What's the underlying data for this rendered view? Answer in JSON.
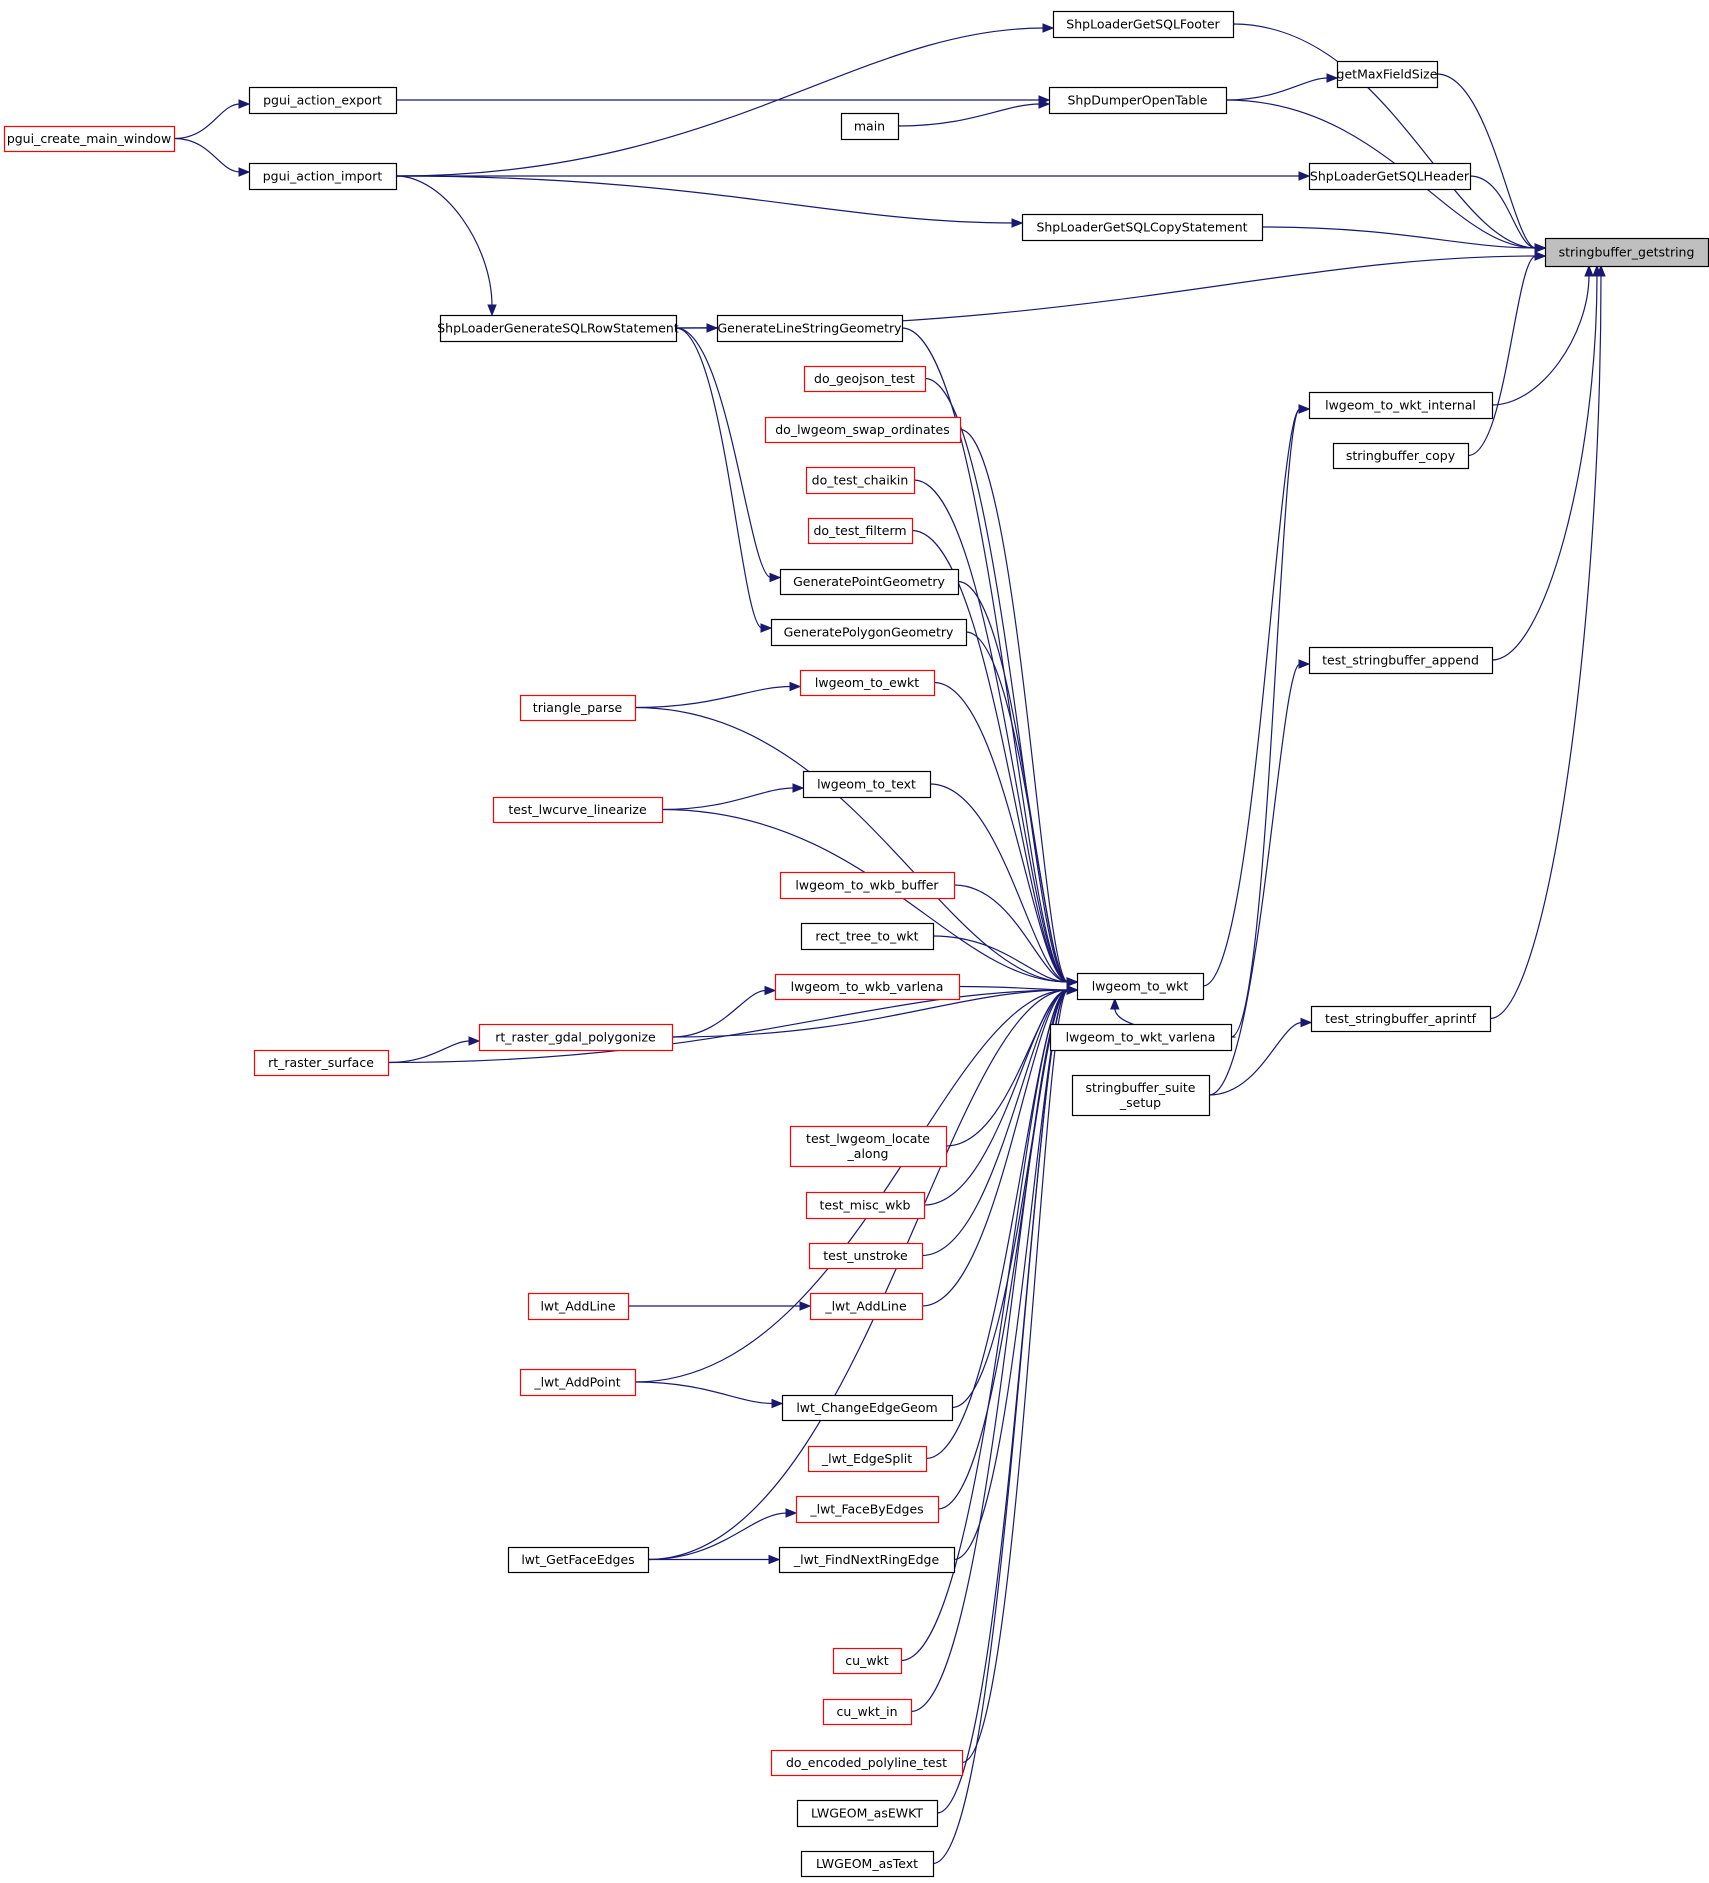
{
  "diagram": {
    "type": "doxygen-caller-graph",
    "root": "stringbuffer_getstring",
    "colors": {
      "edge": "#191970",
      "node_border": "#000000",
      "node_border_truncated": "#ff0000",
      "root_fill": "#bfbfbf",
      "node_fill": "#ffffff"
    },
    "nodes": [
      {
        "id": "stringbuffer_getstring",
        "label": [
          "stringbuffer_getstring"
        ],
        "style": "root"
      },
      {
        "id": "ShpLoaderGetSQLFooter",
        "label": [
          "ShpLoaderGetSQLFooter"
        ],
        "style": "normal"
      },
      {
        "id": "getMaxFieldSize",
        "label": [
          "getMaxFieldSize"
        ],
        "style": "normal"
      },
      {
        "id": "ShpDumperOpenTable",
        "label": [
          "ShpDumperOpenTable"
        ],
        "style": "normal"
      },
      {
        "id": "main",
        "label": [
          "main"
        ],
        "style": "normal"
      },
      {
        "id": "pgui_action_export",
        "label": [
          "pgui_action_export"
        ],
        "style": "normal"
      },
      {
        "id": "pgui_create_main_window",
        "label": [
          "pgui_create_main_window"
        ],
        "style": "truncated"
      },
      {
        "id": "pgui_action_import",
        "label": [
          "pgui_action_import"
        ],
        "style": "normal"
      },
      {
        "id": "ShpLoaderGetSQLHeader",
        "label": [
          "ShpLoaderGetSQLHeader"
        ],
        "style": "normal"
      },
      {
        "id": "ShpLoaderGetSQLCopyStatement",
        "label": [
          "ShpLoaderGetSQLCopyStatement"
        ],
        "style": "normal"
      },
      {
        "id": "ShpLoaderGenerateSQLRowStatement",
        "label": [
          "ShpLoaderGenerateSQLRowStatement"
        ],
        "style": "normal"
      },
      {
        "id": "GenerateLineStringGeometry",
        "label": [
          "GenerateLineStringGeometry"
        ],
        "style": "normal"
      },
      {
        "id": "do_geojson_test",
        "label": [
          "do_geojson_test"
        ],
        "style": "truncated"
      },
      {
        "id": "do_lwgeom_swap_ordinates",
        "label": [
          "do_lwgeom_swap_ordinates"
        ],
        "style": "truncated"
      },
      {
        "id": "do_test_chaikin",
        "label": [
          "do_test_chaikin"
        ],
        "style": "truncated"
      },
      {
        "id": "do_test_filterm",
        "label": [
          "do_test_filterm"
        ],
        "style": "truncated"
      },
      {
        "id": "GeneratePointGeometry",
        "label": [
          "GeneratePointGeometry"
        ],
        "style": "normal"
      },
      {
        "id": "GeneratePolygonGeometry",
        "label": [
          "GeneratePolygonGeometry"
        ],
        "style": "normal"
      },
      {
        "id": "lwgeom_to_ewkt",
        "label": [
          "lwgeom_to_ewkt"
        ],
        "style": "truncated"
      },
      {
        "id": "triangle_parse",
        "label": [
          "triangle_parse"
        ],
        "style": "truncated"
      },
      {
        "id": "lwgeom_to_text",
        "label": [
          "lwgeom_to_text"
        ],
        "style": "normal"
      },
      {
        "id": "test_lwcurve_linearize",
        "label": [
          "test_lwcurve_linearize"
        ],
        "style": "truncated"
      },
      {
        "id": "lwgeom_to_wkb_buffer",
        "label": [
          "lwgeom_to_wkb_buffer"
        ],
        "style": "truncated"
      },
      {
        "id": "rect_tree_to_wkt",
        "label": [
          "rect_tree_to_wkt"
        ],
        "style": "normal"
      },
      {
        "id": "lwgeom_to_wkb_varlena",
        "label": [
          "lwgeom_to_wkb_varlena"
        ],
        "style": "truncated"
      },
      {
        "id": "lwgeom_to_wkt",
        "label": [
          "lwgeom_to_wkt"
        ],
        "style": "normal"
      },
      {
        "id": "rt_raster_gdal_polygonize",
        "label": [
          "rt_raster_gdal_polygonize"
        ],
        "style": "truncated"
      },
      {
        "id": "rt_raster_surface",
        "label": [
          "rt_raster_surface"
        ],
        "style": "truncated"
      },
      {
        "id": "lwgeom_to_wkt_varlena",
        "label": [
          "lwgeom_to_wkt_varlena"
        ],
        "style": "normal"
      },
      {
        "id": "stringbuffer_suite_setup",
        "label": [
          "stringbuffer_suite",
          "_setup"
        ],
        "style": "normal"
      },
      {
        "id": "test_stringbuffer_aprintf",
        "label": [
          "test_stringbuffer_aprintf"
        ],
        "style": "normal"
      },
      {
        "id": "test_stringbuffer_append",
        "label": [
          "test_stringbuffer_append"
        ],
        "style": "normal"
      },
      {
        "id": "stringbuffer_copy",
        "label": [
          "stringbuffer_copy"
        ],
        "style": "normal"
      },
      {
        "id": "lwgeom_to_wkt_internal",
        "label": [
          "lwgeom_to_wkt_internal"
        ],
        "style": "normal"
      },
      {
        "id": "test_lwgeom_locate_along",
        "label": [
          "test_lwgeom_locate",
          "_along"
        ],
        "style": "truncated"
      },
      {
        "id": "test_misc_wkb",
        "label": [
          "test_misc_wkb"
        ],
        "style": "truncated"
      },
      {
        "id": "test_unstroke",
        "label": [
          "test_unstroke"
        ],
        "style": "truncated"
      },
      {
        "id": "lwt_AddLine",
        "label": [
          "lwt_AddLine"
        ],
        "style": "truncated"
      },
      {
        "id": "_lwt_AddLine",
        "label": [
          "_lwt_AddLine"
        ],
        "style": "truncated"
      },
      {
        "id": "_lwt_AddPoint",
        "label": [
          "_lwt_AddPoint"
        ],
        "style": "truncated"
      },
      {
        "id": "lwt_ChangeEdgeGeom",
        "label": [
          "lwt_ChangeEdgeGeom"
        ],
        "style": "normal"
      },
      {
        "id": "_lwt_EdgeSplit",
        "label": [
          "_lwt_EdgeSplit"
        ],
        "style": "truncated"
      },
      {
        "id": "_lwt_FaceByEdges",
        "label": [
          "_lwt_FaceByEdges"
        ],
        "style": "truncated"
      },
      {
        "id": "lwt_GetFaceEdges",
        "label": [
          "lwt_GetFaceEdges"
        ],
        "style": "normal"
      },
      {
        "id": "_lwt_FindNextRingEdge",
        "label": [
          "_lwt_FindNextRingEdge"
        ],
        "style": "normal"
      },
      {
        "id": "cu_wkt",
        "label": [
          "cu_wkt"
        ],
        "style": "truncated"
      },
      {
        "id": "cu_wkt_in",
        "label": [
          "cu_wkt_in"
        ],
        "style": "truncated"
      },
      {
        "id": "do_encoded_polyline_test",
        "label": [
          "do_encoded_polyline_test"
        ],
        "style": "truncated"
      },
      {
        "id": "LWGEOM_asEWKT",
        "label": [
          "LWGEOM_asEWKT"
        ],
        "style": "normal"
      },
      {
        "id": "LWGEOM_asText",
        "label": [
          "LWGEOM_asText"
        ],
        "style": "normal"
      }
    ],
    "edges": [
      {
        "from": "ShpLoaderGetSQLFooter",
        "to": "stringbuffer_getstring"
      },
      {
        "from": "getMaxFieldSize",
        "to": "stringbuffer_getstring"
      },
      {
        "from": "ShpDumperOpenTable",
        "to": "stringbuffer_getstring"
      },
      {
        "from": "ShpLoaderGetSQLHeader",
        "to": "stringbuffer_getstring"
      },
      {
        "from": "ShpLoaderGetSQLCopyStatement",
        "to": "stringbuffer_getstring"
      },
      {
        "from": "ShpLoaderGenerateSQLRowStatement",
        "to": "stringbuffer_getstring"
      },
      {
        "from": "lwgeom_to_wkt_internal",
        "to": "stringbuffer_getstring"
      },
      {
        "from": "stringbuffer_copy",
        "to": "stringbuffer_getstring"
      },
      {
        "from": "test_stringbuffer_append",
        "to": "stringbuffer_getstring"
      },
      {
        "from": "test_stringbuffer_aprintf",
        "to": "stringbuffer_getstring"
      },
      {
        "from": "pgui_action_import",
        "to": "ShpLoaderGetSQLFooter"
      },
      {
        "from": "ShpDumperOpenTable",
        "to": "getMaxFieldSize"
      },
      {
        "from": "pgui_action_export",
        "to": "ShpDumperOpenTable"
      },
      {
        "from": "main",
        "to": "ShpDumperOpenTable"
      },
      {
        "from": "pgui_create_main_window",
        "to": "pgui_action_export"
      },
      {
        "from": "pgui_create_main_window",
        "to": "pgui_action_import"
      },
      {
        "from": "pgui_action_import",
        "to": "ShpLoaderGetSQLHeader"
      },
      {
        "from": "pgui_action_import",
        "to": "ShpLoaderGetSQLCopyStatement"
      },
      {
        "from": "pgui_action_import",
        "to": "ShpLoaderGenerateSQLRowStatement"
      },
      {
        "from": "ShpLoaderGenerateSQLRowStatement",
        "to": "GenerateLineStringGeometry"
      },
      {
        "from": "ShpLoaderGenerateSQLRowStatement",
        "to": "GeneratePointGeometry"
      },
      {
        "from": "ShpLoaderGenerateSQLRowStatement",
        "to": "GeneratePolygonGeometry"
      },
      {
        "from": "lwgeom_to_wkt",
        "to": "lwgeom_to_wkt_internal"
      },
      {
        "from": "lwgeom_to_wkt_varlena",
        "to": "lwgeom_to_wkt_internal"
      },
      {
        "from": "stringbuffer_suite_setup",
        "to": "test_stringbuffer_append"
      },
      {
        "from": "stringbuffer_suite_setup",
        "to": "test_stringbuffer_aprintf"
      },
      {
        "from": "GenerateLineStringGeometry",
        "to": "lwgeom_to_wkt"
      },
      {
        "from": "do_geojson_test",
        "to": "lwgeom_to_wkt"
      },
      {
        "from": "do_lwgeom_swap_ordinates",
        "to": "lwgeom_to_wkt"
      },
      {
        "from": "do_test_chaikin",
        "to": "lwgeom_to_wkt"
      },
      {
        "from": "do_test_filterm",
        "to": "lwgeom_to_wkt"
      },
      {
        "from": "GeneratePointGeometry",
        "to": "lwgeom_to_wkt"
      },
      {
        "from": "GeneratePolygonGeometry",
        "to": "lwgeom_to_wkt"
      },
      {
        "from": "lwgeom_to_ewkt",
        "to": "lwgeom_to_wkt"
      },
      {
        "from": "triangle_parse",
        "to": "lwgeom_to_ewkt"
      },
      {
        "from": "triangle_parse",
        "to": "lwgeom_to_wkt"
      },
      {
        "from": "lwgeom_to_text",
        "to": "lwgeom_to_wkt"
      },
      {
        "from": "test_lwcurve_linearize",
        "to": "lwgeom_to_text"
      },
      {
        "from": "test_lwcurve_linearize",
        "to": "lwgeom_to_wkt"
      },
      {
        "from": "lwgeom_to_wkb_buffer",
        "to": "lwgeom_to_wkt"
      },
      {
        "from": "rect_tree_to_wkt",
        "to": "lwgeom_to_wkt"
      },
      {
        "from": "lwgeom_to_wkb_varlena",
        "to": "lwgeom_to_wkt"
      },
      {
        "from": "rt_raster_gdal_polygonize",
        "to": "lwgeom_to_wkb_varlena"
      },
      {
        "from": "rt_raster_gdal_polygonize",
        "to": "lwgeom_to_wkt"
      },
      {
        "from": "rt_raster_surface",
        "to": "rt_raster_gdal_polygonize"
      },
      {
        "from": "rt_raster_surface",
        "to": "lwgeom_to_wkt"
      },
      {
        "from": "test_lwgeom_locate_along",
        "to": "lwgeom_to_wkt"
      },
      {
        "from": "test_misc_wkb",
        "to": "lwgeom_to_wkt"
      },
      {
        "from": "test_unstroke",
        "to": "lwgeom_to_wkt"
      },
      {
        "from": "lwt_AddLine",
        "to": "_lwt_AddLine"
      },
      {
        "from": "_lwt_AddLine",
        "to": "lwgeom_to_wkt"
      },
      {
        "from": "_lwt_AddPoint",
        "to": "lwgeom_to_wkt"
      },
      {
        "from": "_lwt_AddPoint",
        "to": "lwt_ChangeEdgeGeom"
      },
      {
        "from": "lwt_ChangeEdgeGeom",
        "to": "lwgeom_to_wkt"
      },
      {
        "from": "_lwt_EdgeSplit",
        "to": "lwgeom_to_wkt"
      },
      {
        "from": "_lwt_FaceByEdges",
        "to": "lwgeom_to_wkt"
      },
      {
        "from": "lwt_GetFaceEdges",
        "to": "_lwt_FaceByEdges"
      },
      {
        "from": "lwt_GetFaceEdges",
        "to": "_lwt_FindNextRingEdge"
      },
      {
        "from": "lwt_GetFaceEdges",
        "to": "lwgeom_to_wkt"
      },
      {
        "from": "_lwt_FindNextRingEdge",
        "to": "lwgeom_to_wkt"
      },
      {
        "from": "cu_wkt",
        "to": "lwgeom_to_wkt"
      },
      {
        "from": "cu_wkt_in",
        "to": "lwgeom_to_wkt"
      },
      {
        "from": "do_encoded_polyline_test",
        "to": "lwgeom_to_wkt"
      },
      {
        "from": "LWGEOM_asEWKT",
        "to": "lwgeom_to_wkt"
      },
      {
        "from": "LWGEOM_asText",
        "to": "lwgeom_to_wkt"
      },
      {
        "from": "lwgeom_to_wkt_varlena",
        "to": "lwgeom_to_wkt"
      }
    ]
  }
}
